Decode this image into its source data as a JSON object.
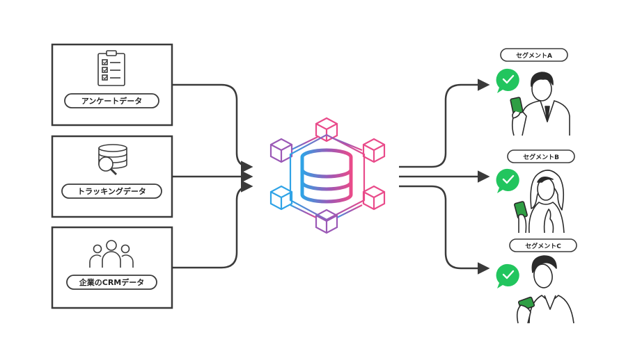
{
  "sources": [
    {
      "label": "アンケートデータ",
      "icon": "clipboard-checklist-icon"
    },
    {
      "label": "トラッキングデータ",
      "icon": "database-search-icon"
    },
    {
      "label": "企業のCRMデータ",
      "icon": "people-group-icon"
    }
  ],
  "hub": {
    "icon": "database-network-icon"
  },
  "segments": [
    {
      "label": "セグメントA",
      "icon": "check-badge-icon",
      "person": "businessman-with-phone"
    },
    {
      "label": "セグメントB",
      "icon": "check-badge-icon",
      "person": "woman-with-phone"
    },
    {
      "label": "セグメントC",
      "icon": "check-badge-icon",
      "person": "man-with-phone"
    }
  ],
  "colors": {
    "line": "#3a3a3a",
    "check_green": "#22c55e",
    "hub_blue": "#2fa3e6",
    "hub_pink": "#e94b8a",
    "hub_purple": "#9b59b6"
  }
}
